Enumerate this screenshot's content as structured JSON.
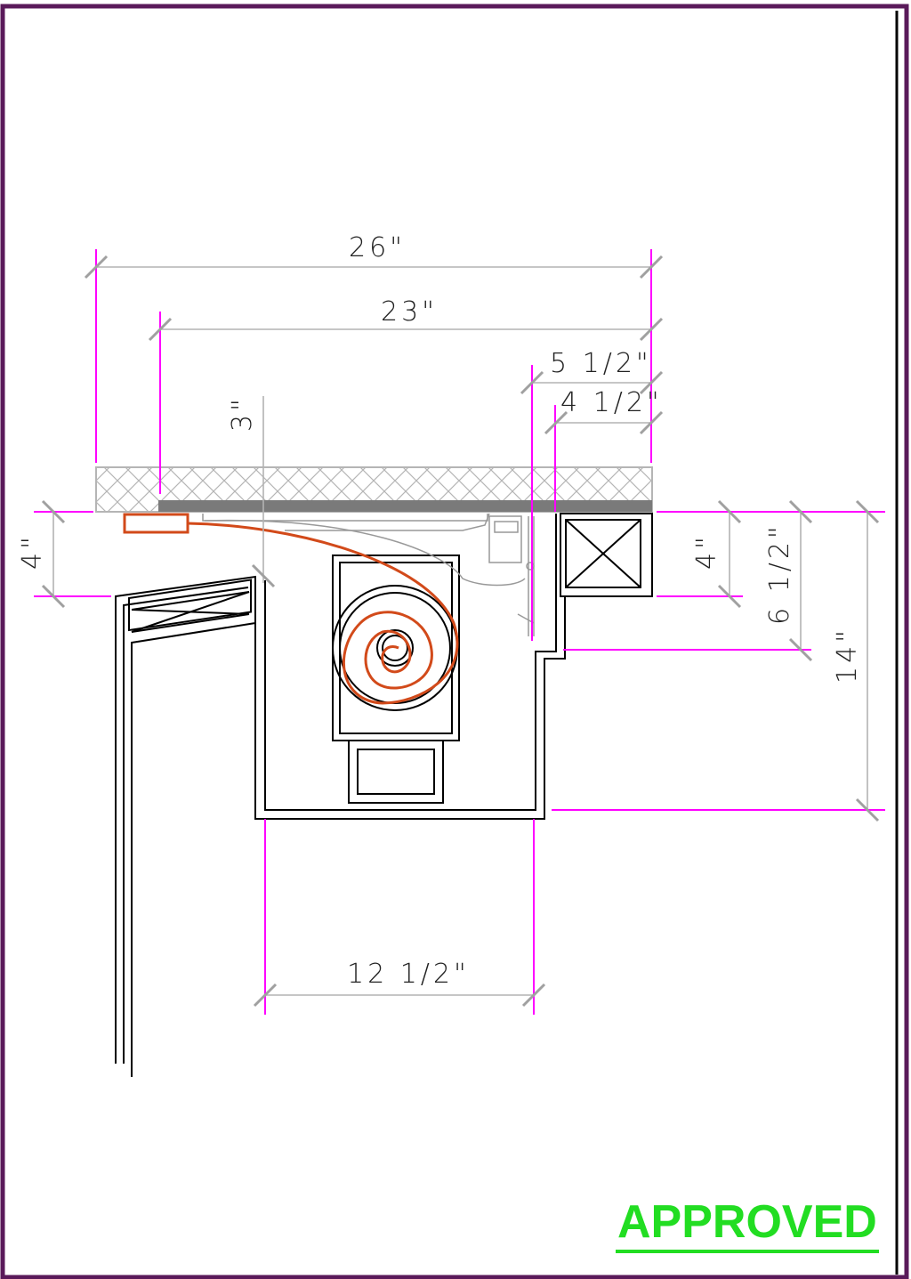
{
  "dimensions": {
    "overall_width": "26\"",
    "cover_width": "23\"",
    "side_clearance_a": "5 1/2\"",
    "side_clearance_b": "4 1/2\"",
    "cover_drop": "3\"",
    "left_head": "4\"",
    "right_head": "4\"",
    "right_height_mid": "6 1/2\"",
    "total_height": "14\"",
    "bottom_width": "12 1/2\""
  },
  "stamp": {
    "text": "APPROVED"
  },
  "colors": {
    "dimension_line": "#ff00ff",
    "extension_line": "#b3b3b3",
    "linework": "#000000",
    "cable": "#d24a1a",
    "stamp": "#22dd22",
    "frame": "#5a1a5a"
  }
}
